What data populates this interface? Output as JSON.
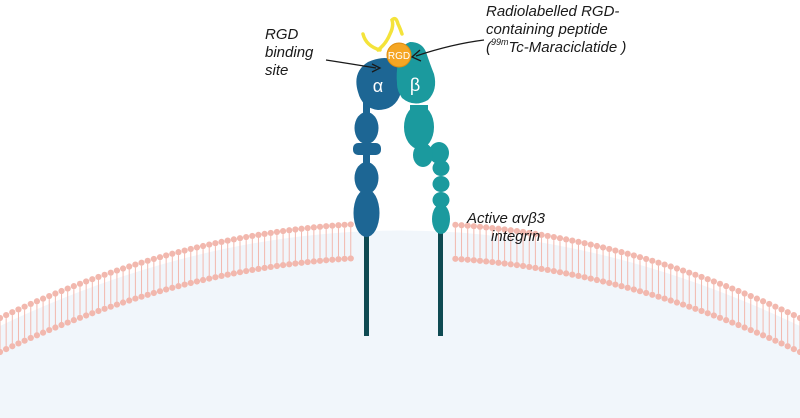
{
  "labels": {
    "rgd_binding_site": [
      "RGD",
      "binding",
      "site"
    ],
    "radiolabelled_peptide": {
      "line1": "Radiolabelled RGD-",
      "line2": "containing peptide",
      "line3_open": "(",
      "line3_sup": "99m",
      "line3_rest": "Tc-Maraciclatide )"
    },
    "active_integrin": [
      "Active αvβ3",
      "integrin"
    ]
  },
  "subunits": {
    "alpha": "α",
    "beta": "β",
    "rgd": "RGD"
  },
  "colors": {
    "alpha_subunit": "#1d6694",
    "beta_subunit": "#1b9a9e",
    "rgd_peptide": "#f5a623",
    "peptide_chain": "#f4e33a",
    "membrane_lipid": "#f2b8ae",
    "cell_interior": "#f1f6fb",
    "transmembrane_stalk": "#0f4a52"
  },
  "icons": [
    "alpha-subunit",
    "beta-subunit",
    "rgd-peptide",
    "cell-membrane"
  ]
}
